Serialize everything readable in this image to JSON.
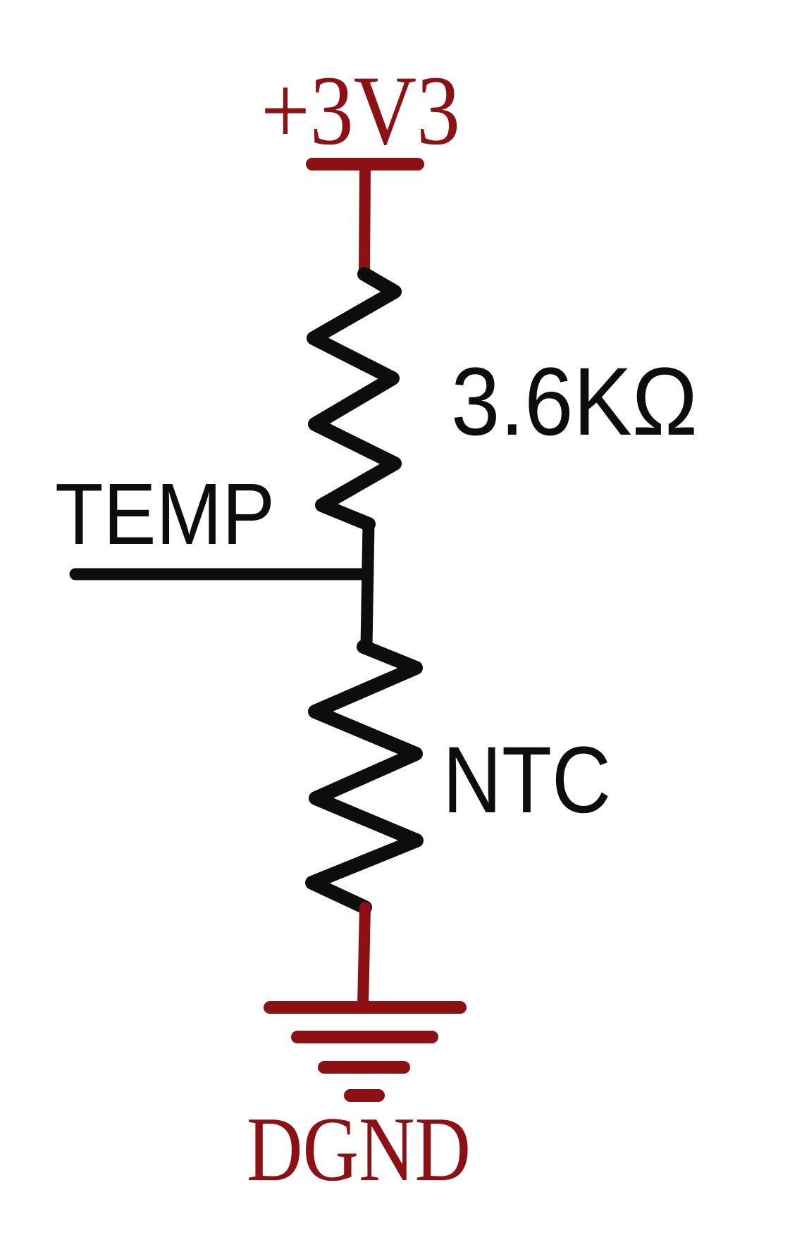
{
  "title": "NTC thermistor voltage divider schematic",
  "colors": {
    "net": "#8d1014",
    "component": "#0d0d0d",
    "background": "#ffffff"
  },
  "nets": {
    "power": {
      "label": "+3V3"
    },
    "signal": {
      "label": "TEMP"
    },
    "ground": {
      "label": "DGND"
    }
  },
  "components": {
    "pullup_resistor": {
      "value": "3.6KΩ"
    },
    "thermistor": {
      "label": "NTC"
    }
  },
  "symbols": {
    "power_rail": "t-bar-power-rail-icon",
    "resistor": "zigzag-resistor-icon",
    "ground": "four-bar-earth-ground-icon"
  }
}
